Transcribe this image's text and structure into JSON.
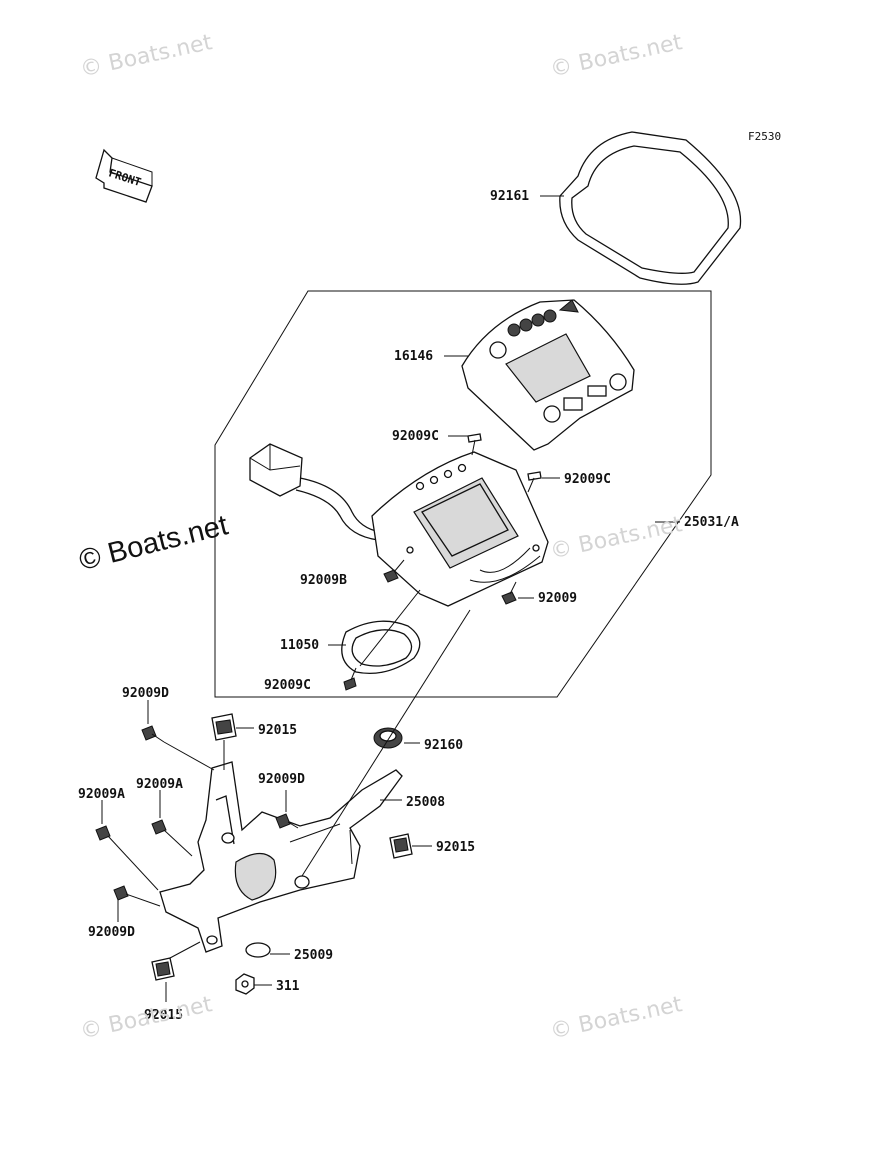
{
  "watermark": "© Boats.net",
  "figure_code": "F2530",
  "front_arrow_label": "FRONT",
  "labels": {
    "p92161": "92161",
    "p16146": "16146",
    "p92009c_top": "92009C",
    "p92009c_right": "92009C",
    "p25031a": "25031/A",
    "p92009b": "92009B",
    "p92009": "92009",
    "p11050": "11050",
    "p92009c_bottom": "92009C",
    "p92009d_top": "92009D",
    "p92015_top": "92015",
    "p92160": "92160",
    "p92009d_mid": "92009D",
    "p25008": "25008",
    "p92009a_left": "92009A",
    "p92009a_right": "92009A",
    "p92015_right": "92015",
    "p92009d_bottom": "92009D",
    "p25009": "25009",
    "p311": "311",
    "p92015_bottom": "92015"
  }
}
